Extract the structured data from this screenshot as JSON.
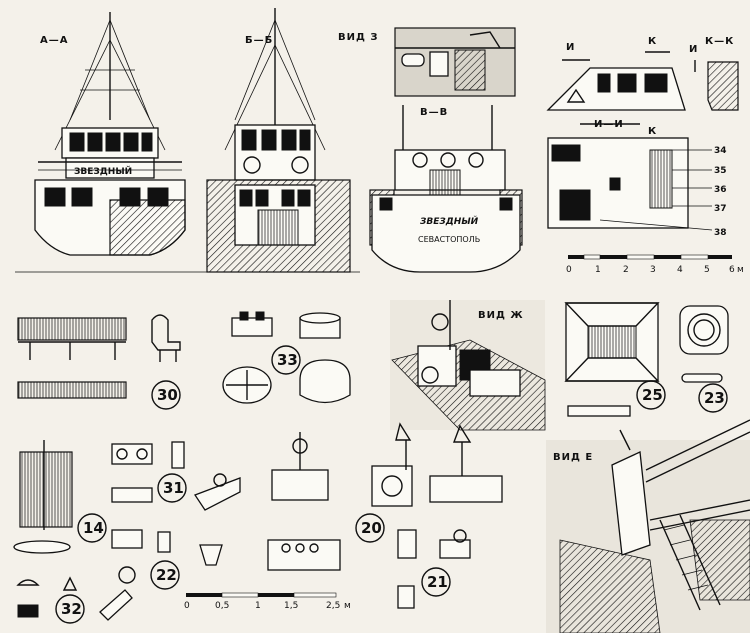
{
  "views": {
    "section_aa": "А—А",
    "section_bb": "Б—Б",
    "view_z": "ВИД З",
    "section_vv": "В—В",
    "section_ii": "И—И",
    "section_kk": "К—К",
    "mark_i": "И",
    "mark_k": "К",
    "view_zh": "ВИД Ж",
    "view_e": "ВИД Е"
  },
  "boat": {
    "name": "ЗВЕЗДНЫЙ",
    "port": "СЕВАСТОПОЛЬ"
  },
  "part_numbers": {
    "n34": "34",
    "n35": "35",
    "n36": "36",
    "n37": "37",
    "n38": "38",
    "n30": "30",
    "n33": "33",
    "n25": "25",
    "n23": "23",
    "n31": "31",
    "n14": "14",
    "n20": "20",
    "n22": "22",
    "n32": "32",
    "n21": "21"
  },
  "scale_top": {
    "ticks": [
      "0",
      "1",
      "2",
      "3",
      "4",
      "5",
      "6"
    ],
    "unit": "м"
  },
  "scale_bottom": {
    "ticks": [
      "0",
      "0,5",
      "1",
      "1,5",
      "2,5"
    ],
    "unit": "м"
  }
}
